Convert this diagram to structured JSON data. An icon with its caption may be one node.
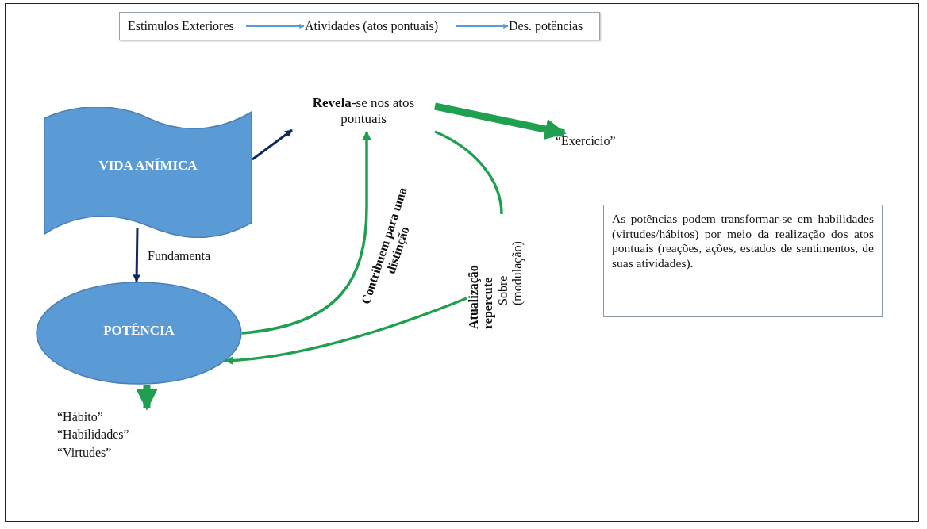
{
  "diagram": {
    "nodes": [
      {
        "text": [],
        "shape": "box"
      },
      {
        "text": [
          "Estimulos Exteriores"
        ],
        "in": 0
      },
      {
        "text": [
          "Atividades (atos pontuais)"
        ],
        "in": 0
      },
      {
        "text": [
          "Des. potências"
        ],
        "in": 0
      },
      {
        "text": [
          "VIDA ANÍMICA"
        ]
      },
      {
        "text": [
          "**Revela**-se nos atos pontuais"
        ]
      },
      {
        "text": [
          "“Exercício”"
        ]
      },
      {
        "text": [
          "POTÊNCIA"
        ]
      },
      {
        "text": [
          "“Hábito”",
          "“Habilidades”",
          "“Virtudes”"
        ]
      },
      {
        "text": [
          "As potências podem transformar-se em habilidades (virtudes/hábitos) por meio da realização dos atos pontuais (reações, ações, estados de sentimentos, de suas atividades)."
        ]
      },
      {
        "text": [
          "Atualização repercute",
          "Sobre (modulação)"
        ]
      }
    ],
    "edges": [
      {
        "from": 1,
        "to": 2,
        "arrow": "to",
        "color": "#5b9bd5"
      },
      {
        "from": 2,
        "to": 3,
        "arrow": "to",
        "color": "#5b9bd5"
      },
      {
        "from": 4,
        "to": 5,
        "arrow": "to",
        "color": "#0f2a5e"
      },
      {
        "from": 4,
        "to": 7,
        "arrow": "to",
        "color": "#0f2a5e",
        "label": "Fundamenta"
      },
      {
        "from": 5,
        "to": 6,
        "arrow": "to",
        "style": "thick"
      },
      {
        "from": 7,
        "to": 8,
        "arrow": "to",
        "style": "thick"
      },
      {
        "from": 7,
        "to": 5,
        "arrow": "to",
        "label": "Contribuem para uma distinção"
      },
      {
        "from": 5,
        "to": 10,
        "arrow": "none"
      },
      {
        "from": 10,
        "to": 7,
        "arrow": "to"
      }
    ]
  }
}
